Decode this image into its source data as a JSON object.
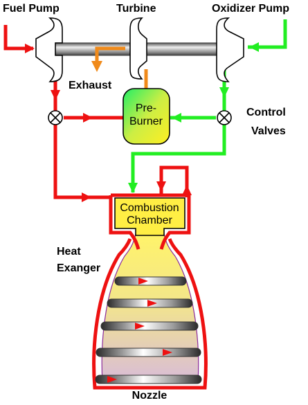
{
  "labels": {
    "fuel_pump": "Fuel Pump",
    "turbine": "Turbine",
    "oxidizer_pump": "Oxidizer Pump",
    "exhaust": "Exhaust",
    "control_line1": "Control",
    "control_line2": "Valves",
    "preburner_line1": "Pre-",
    "preburner_line2": "Burner",
    "chamber_line1": "Combustion",
    "chamber_line2": "Chamber",
    "heat_line1": "Heat",
    "heat_line2": "Exanger",
    "nozzle": "Nozzle"
  },
  "colors": {
    "fuel": "#ee1111",
    "oxidizer": "#22ee22",
    "exhaust": "#f08a1a",
    "chamber": "#ffee44",
    "shaft": "#9a9a9a"
  }
}
